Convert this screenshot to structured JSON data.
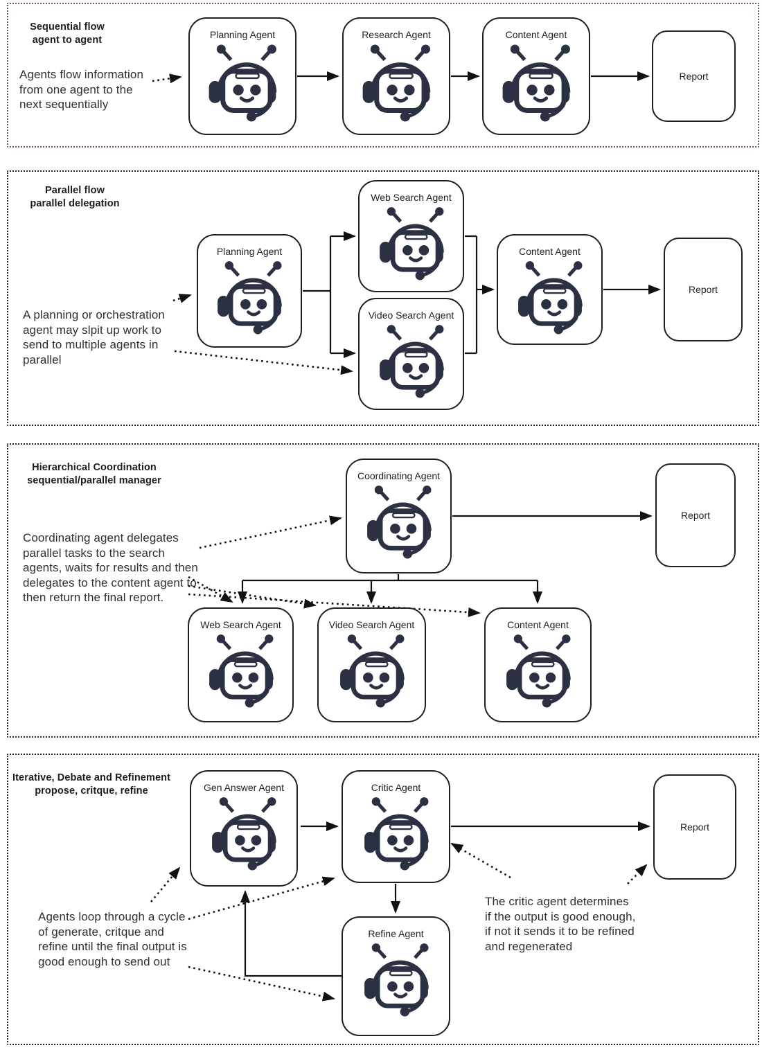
{
  "colors": {
    "robot": "#2b3142",
    "line": "#111111",
    "section1_border": "#7b564a",
    "section_border": "#262626",
    "box_border": "#1f1f1f",
    "text": "#2f2f2f"
  },
  "sections": {
    "s1": {
      "title": "Sequential flow\nagent to agent",
      "description": "Agents flow information\nfrom one agent to the\nnext sequentially",
      "nodes": {
        "planning": "Planning Agent",
        "research": "Research Agent",
        "content": "Content Agent",
        "report": "Report"
      }
    },
    "s2": {
      "title": "Parallel flow\nparallel delegation",
      "description": "A planning or orchestration\nagent may slpit up work to\nsend to multiple agents in\nparallel",
      "nodes": {
        "planning": "Planning Agent",
        "web_search": "Web Search Agent",
        "video_search": "Video Search Agent",
        "content": "Content Agent",
        "report": "Report"
      }
    },
    "s3": {
      "title": "Hierarchical Coordination\nsequential/parallel manager",
      "description": "Coordinating agent delegates\nparallel tasks to the search\nagents, waits for results and then\ndelegates to the content agent to\nthen return the final report.",
      "nodes": {
        "coordinating": "Coordinating Agent",
        "web_search": "Web Search Agent",
        "video_search": "Video Search Agent",
        "content": "Content Agent",
        "report": "Report"
      }
    },
    "s4": {
      "title": "Iterative, Debate and Refinement\npropose, critque, refine",
      "description_left": "Agents loop through a cycle\nof generate, critque and\nrefine until the final output is\ngood enough to send out",
      "description_right": "The critic agent determines\nif the output is good enough,\nif not it sends it to be refined\nand regenerated",
      "nodes": {
        "gen_answer": "Gen Answer Agent",
        "critic": "Critic Agent",
        "refine": "Refine Agent",
        "report": "Report"
      }
    }
  }
}
